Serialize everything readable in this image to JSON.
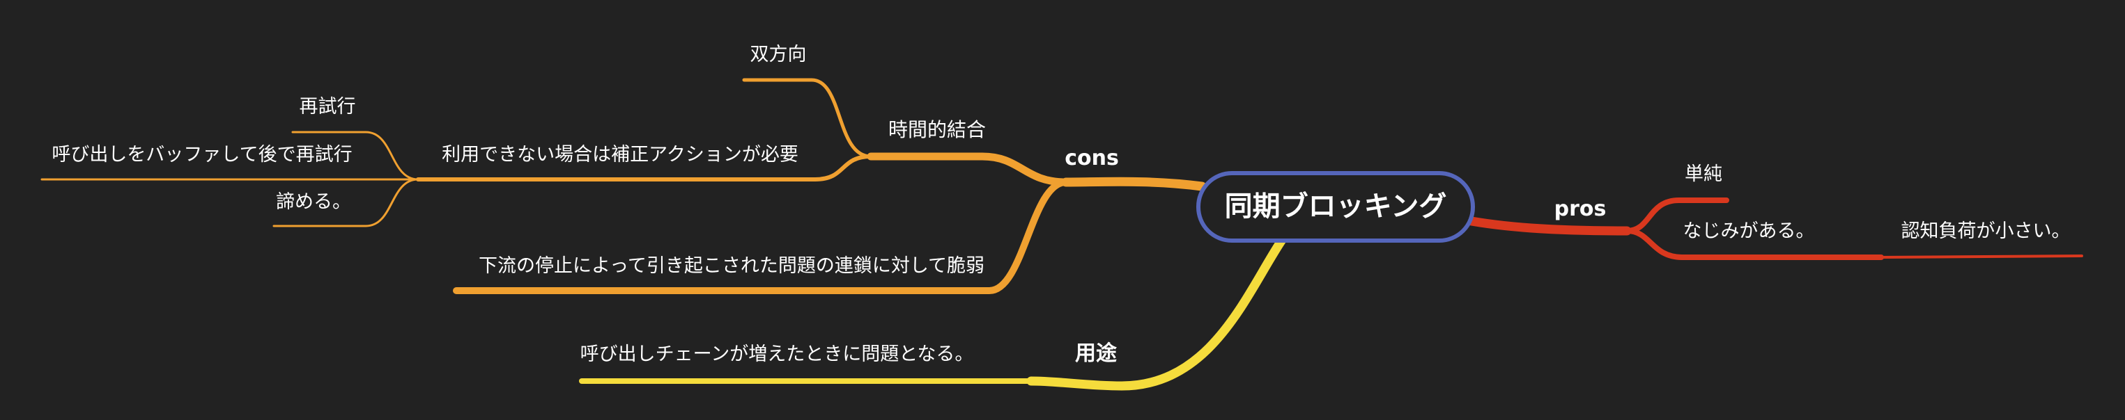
{
  "central": {
    "label": "同期ブロッキング"
  },
  "pros": {
    "label": "pros",
    "color": "#d9381e",
    "items": {
      "simple": "単純",
      "familiar": "なじみがある。",
      "low_cognitive_load": "認知負荷が小さい。"
    }
  },
  "cons": {
    "label": "cons",
    "color": "#f0a030",
    "temporal_coupling": {
      "label": "時間的結合",
      "bidirectional": "双方向",
      "compensation": {
        "label": "利用できない場合は補正アクションが必要",
        "retry": "再試行",
        "buffer_retry": "呼び出しをバッファして後で再試行",
        "give_up": "諦める。"
      }
    },
    "fragile": "下流の停止によって引き起こされた問題の連鎖に対して脆弱"
  },
  "usage": {
    "label": "用途",
    "color": "#f5dc3c",
    "items": {
      "call_chain": "呼び出しチェーンが増えたときに問題となる。"
    }
  },
  "colors": {
    "background": "#222222",
    "central_border": "#5566bb",
    "text": "#ffffff"
  }
}
